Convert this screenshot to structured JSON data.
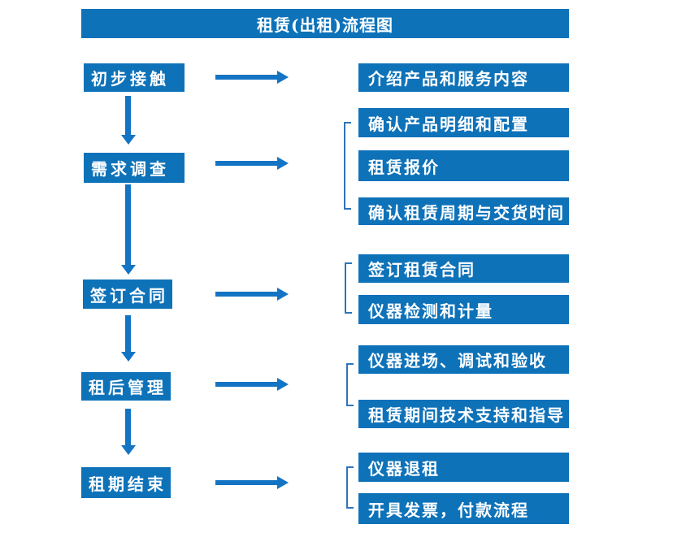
{
  "title": "租赁(出租)流程图",
  "colors": {
    "box_blue": "#0e72b9",
    "arrow_blue": "#1474c4",
    "bracket_blue": "#2e75b6",
    "text_white": "#ffffff",
    "bg_white": "#ffffff"
  },
  "rows": [
    {
      "step": "初步接触",
      "details": [
        "介绍产品和服务内容"
      ]
    },
    {
      "step": "需求调查",
      "details": [
        "确认产品明细和配置",
        "租赁报价",
        "确认租赁周期与交货时间"
      ]
    },
    {
      "step": "签订合同",
      "details": [
        "签订租赁合同",
        "仪器检测和计量"
      ]
    },
    {
      "step": "租后管理",
      "details": [
        "仪器进场、调试和验收",
        "租赁期间技术支持和指导"
      ]
    },
    {
      "step": "租期结束",
      "details": [
        "仪器退租",
        "开具发票，付款流程"
      ]
    }
  ]
}
